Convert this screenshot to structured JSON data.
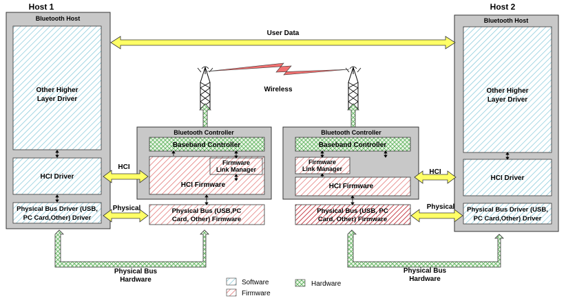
{
  "host1": {
    "title": "Host 1",
    "bluetooth_host": "Bluetooth Host",
    "higher_layer": [
      "Other Higher",
      "Layer Driver"
    ],
    "hci_driver": "HCI Driver",
    "phys_bus_driver": [
      "Physical Bus Driver (USB,",
      "PC Card,Other) Driver"
    ]
  },
  "host2": {
    "title": "Host 2",
    "bluetooth_host": "Bluetooth Host",
    "higher_layer": [
      "Other Higher",
      "Layer Driver"
    ],
    "hci_driver": "HCI Driver",
    "phys_bus_driver": [
      "Physical Bus Driver (USB,",
      "PC Card,Other) Driver"
    ]
  },
  "controller1": {
    "title": "Bluetooth Controller",
    "baseband": "Baseband Controller",
    "link_manager": [
      "Firmware",
      "Link Manager"
    ],
    "hci_firmware": "HCI Firmware",
    "phys_bus_firmware": [
      "Physical Bus (USB,PC",
      "Card, Other) Firmware"
    ]
  },
  "controller2": {
    "title": "Bluetooth Controller",
    "baseband": "Baseband Controller",
    "link_manager": [
      "Firmware",
      "Link Manager"
    ],
    "hci_firmware": "HCI Firmware",
    "phys_bus_firmware": [
      "Physical Bus (USB, PC",
      "Card, Other) Firmware"
    ]
  },
  "connections": {
    "user_data": "User Data",
    "wireless": "Wireless",
    "hci_left": "HCI",
    "hci_right": "HCI",
    "physical_left": "Physical",
    "physical_right": "Physical",
    "phys_bus_hw_left": [
      "Physical Bus",
      "Hardware"
    ],
    "phys_bus_hw_right": [
      "Physical Bus",
      "Hardware"
    ]
  },
  "legend": {
    "software": "Software",
    "firmware": "Firmware",
    "hardware": "Hardware"
  },
  "colors": {
    "software_hatch": "#7fc6d8",
    "firmware_hatch": "#e06a6a",
    "hardware_hatch": "#5fb35f",
    "arrow_fill": "#ffff66",
    "wireless_bolt": "#f07070",
    "container_fill": "#c8c8c8"
  }
}
